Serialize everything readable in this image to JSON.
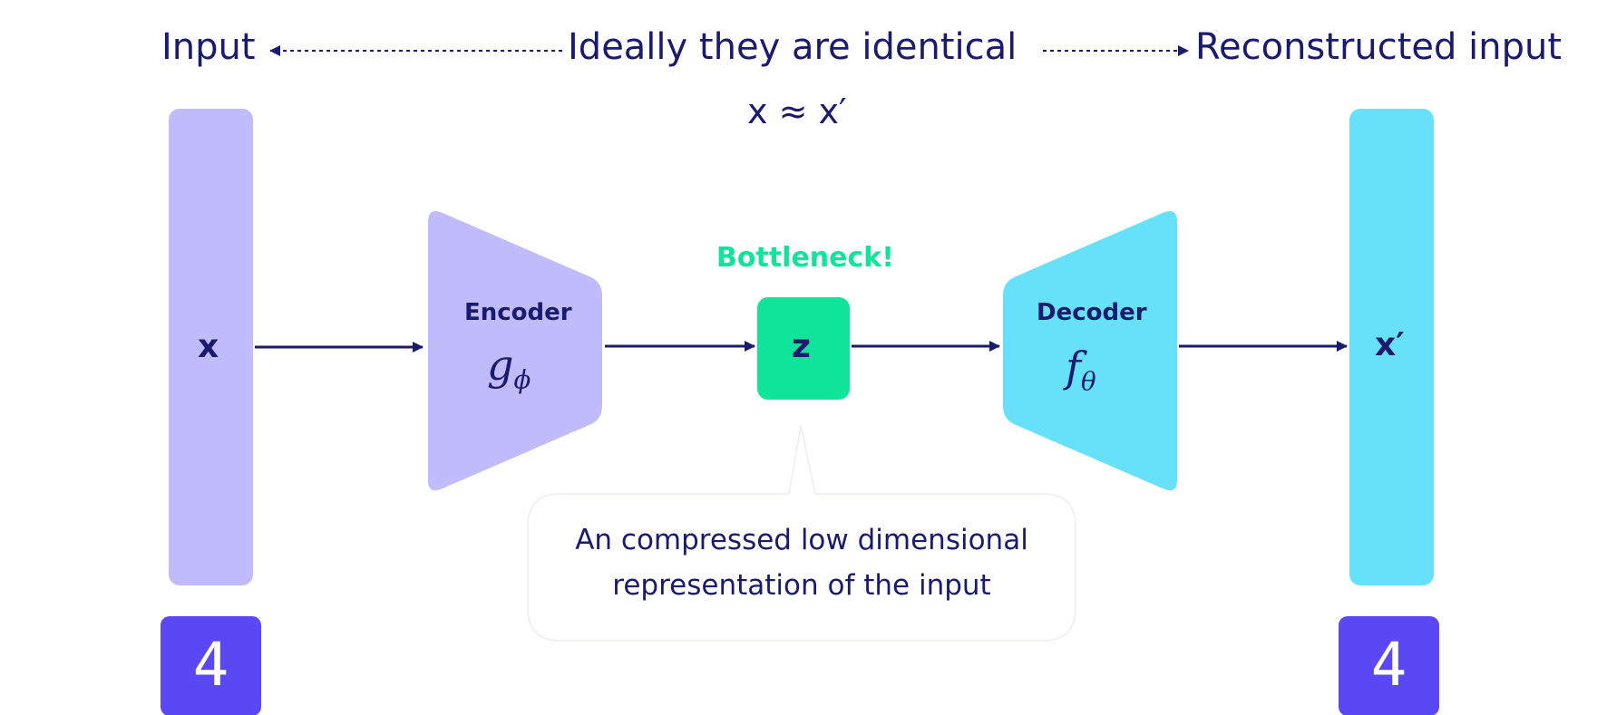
{
  "header": {
    "input_label": "Input",
    "identical_label": "Ideally they are identical",
    "reconstructed_label": "Reconstructed input",
    "equation": "x ≈ x′"
  },
  "input_vector": {
    "symbol": "x"
  },
  "encoder": {
    "label": "Encoder",
    "func": "g",
    "param": "ϕ"
  },
  "latent": {
    "bottleneck_label": "Bottleneck!",
    "symbol": "z"
  },
  "decoder": {
    "label": "Decoder",
    "func": "f",
    "param": "θ"
  },
  "output_vector": {
    "symbol": "x′"
  },
  "callout": {
    "line1": "An compressed low dimensional",
    "line2": "representation of the input"
  },
  "digits": {
    "input_digit": "4",
    "output_digit": "4"
  },
  "colors": {
    "navy": "#1a1a6e",
    "lavender": "#c0bcfc",
    "cyan": "#67e1fa",
    "green": "#10e49a",
    "indigo": "#5a48f5"
  }
}
